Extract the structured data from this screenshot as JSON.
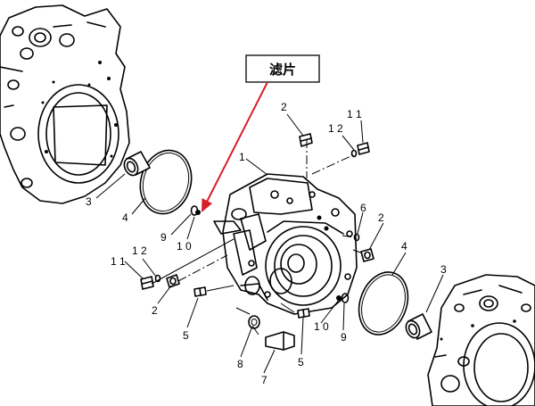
{
  "annotation": {
    "label": "滤片"
  },
  "callouts": {
    "part_1": "1",
    "part_2_top": "2",
    "part_2_right": "2",
    "part_2_left": "2",
    "part_3_left": "3",
    "part_3_right": "3",
    "part_4_left": "4",
    "part_4_right": "4",
    "part_5_left": "5",
    "part_5_right": "5",
    "part_6": "6",
    "part_7": "7",
    "part_8": "8",
    "part_9_left": "9",
    "part_9_right": "9",
    "part_10_left": "1 0",
    "part_10_right": "1 0",
    "part_11_top": "1 1",
    "part_11_left": "1 1",
    "part_12_top": "1 2",
    "part_12_left": "1 2"
  },
  "colors": {
    "line": "#000000",
    "annotation_arrow": "#d6202a",
    "background": "#ffffff"
  }
}
